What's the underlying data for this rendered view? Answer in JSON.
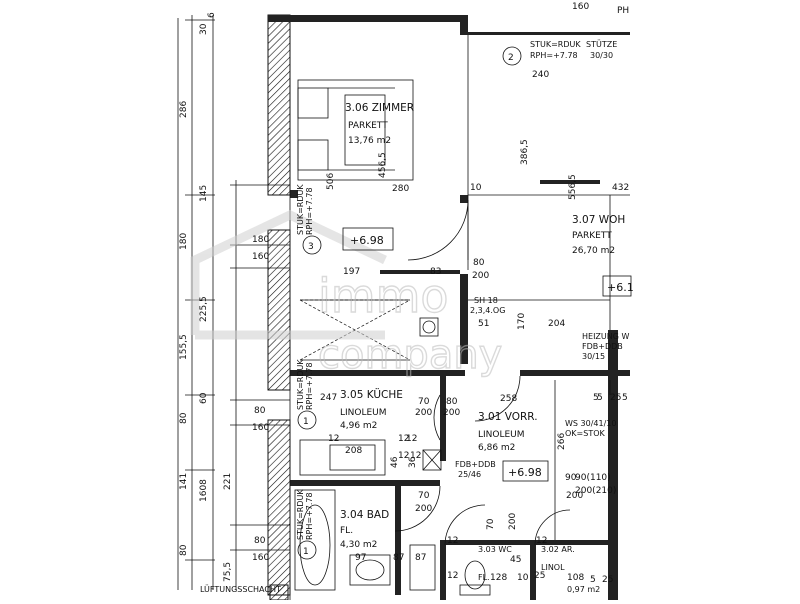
{
  "rooms": {
    "r306": {
      "name": "3.06 ZIMMER",
      "floor": "PARKETT",
      "area": "13,76 m2"
    },
    "r307": {
      "name": "3.07 WOH",
      "floor": "PARKETT",
      "area": "26,70 m2"
    },
    "r305": {
      "name": "3.05 KÜCHE",
      "floor": "LINOLEUM",
      "area": "4,96 m2"
    },
    "r301": {
      "name": "3.01 VORR.",
      "floor": "LINOLEUM",
      "area": "6,86 m2"
    },
    "r304": {
      "name": "3.04 BAD",
      "floor": "FL.",
      "area": "4,30 m2"
    },
    "r303": {
      "name": "3.03 WC",
      "floor": "FL."
    },
    "r302": {
      "name": "3.02 AR.",
      "floor": "LINOL"
    }
  },
  "elevations": {
    "e1": "+6.98",
    "e2": "+6.98",
    "e3": "+6.1"
  },
  "markers": {
    "m1": "2",
    "m2": "3",
    "m3": "1",
    "m4": "1"
  },
  "notes": {
    "stuk1": "STUK=RDUK",
    "rph1": "RPH=+7.78",
    "stuk2": "STUK=RDUK",
    "rph2": "RPH=+7.78",
    "stuk3": "STUK=RDUK",
    "rph3": "RPH=+7.78",
    "stuk4": "STUK=RDUK",
    "rph4": "RPH=+7.78",
    "stuetze": "STÜTZE",
    "stuetze_dim": "30/30",
    "heizung": "HEIZUNG W",
    "fdb": "FDB+DDB",
    "heiz_dim": "30/15",
    "fdb2": "FDB+DDB",
    "fdb2_dim": "25/46",
    "sh": "SH 18",
    "sh_sub": "2,3,4.OG",
    "ws": "WS 30/41/10",
    "ws_sub": "OK=STOK",
    "shaft": "LÜFTUNGSSCHACHT",
    "l90": "90(110)",
    "l200": "200(210)",
    "d51": "51",
    "d204": "204",
    "d258": "258",
    "d170": "170"
  },
  "dims": {
    "left": [
      "286",
      "145",
      "180",
      "225,5",
      "155,5",
      "60",
      "80",
      "141",
      "1608",
      "221",
      "80",
      "75,5"
    ],
    "inner_left": [
      "180",
      "160",
      "80",
      "160",
      "80",
      "160",
      "247"
    ],
    "top": [
      "30",
      "6",
      "160",
      "PH",
      "240"
    ],
    "misc": [
      "506",
      "456,5",
      "280",
      "386,5",
      "556,5",
      "432",
      "10",
      "197",
      "83",
      "80",
      "200",
      "70",
      "200",
      "80",
      "200",
      "70",
      "200",
      "90",
      "200",
      "70",
      "200",
      "208",
      "12",
      "12",
      "12",
      "46",
      "12",
      "12",
      "45",
      "12",
      "128",
      "10",
      "108",
      "5",
      "25",
      "5",
      "97",
      "87",
      "87",
      "25",
      "0,97 m2",
      "12",
      "12",
      "36",
      "266",
      "5",
      "25",
      "5"
    ]
  },
  "watermark": {
    "text1": "immo",
    "text2": "company"
  }
}
